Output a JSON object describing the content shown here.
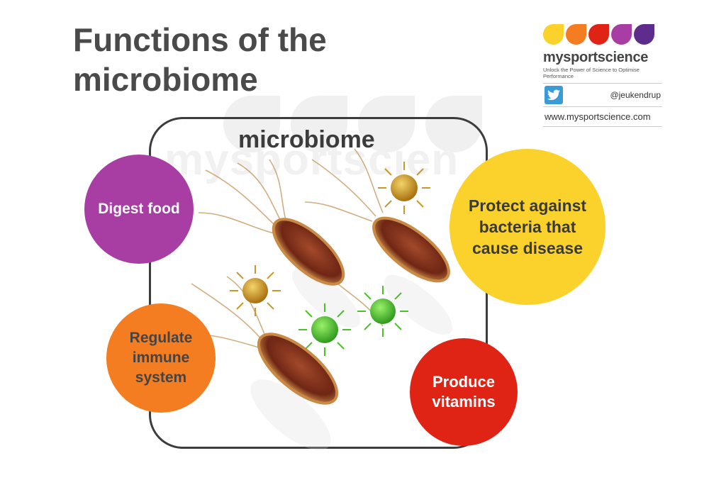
{
  "title": {
    "line1": "Functions of the",
    "line2": "microbiome"
  },
  "diagram": {
    "frame_label": "microbiome",
    "watermark": "mysportscien",
    "functions": [
      {
        "label": "Digest food",
        "color": "#a83ea3"
      },
      {
        "label": "Protect against bacteria  that cause disease",
        "color": "#fbd22c"
      },
      {
        "label": "Regulate immune system",
        "color": "#f47d22"
      },
      {
        "label": "Produce vitamins",
        "color": "#df2415"
      }
    ]
  },
  "logo": {
    "brand": "mysportscience",
    "tagline": "Unlock the Power of Science to Optimise Performance",
    "drop_colors": [
      "#fbd22c",
      "#f47d22",
      "#df2415",
      "#a83ea3",
      "#5e2d8c"
    ]
  },
  "social": {
    "twitter_icon": "twitter-bird-icon",
    "twitter_handle": "@jeukendrup",
    "website": "www.mysportscience.com"
  }
}
